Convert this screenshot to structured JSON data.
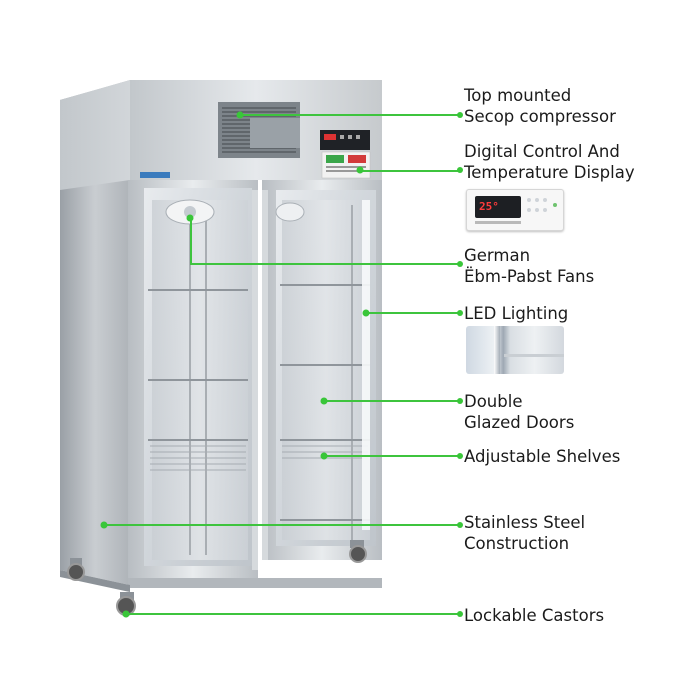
{
  "features": [
    {
      "id": "compressor",
      "line1": "Top mounted",
      "line2": "Secop compressor"
    },
    {
      "id": "control",
      "line1": "Digital Control And",
      "line2": "Temperature Display"
    },
    {
      "id": "fans",
      "line1": "German",
      "line2": "Ëbm-Pabst Fans"
    },
    {
      "id": "lighting",
      "line1": "LED Lighting",
      "line2": ""
    },
    {
      "id": "doors",
      "line1": "Double",
      "line2": "Glazed Doors"
    },
    {
      "id": "shelves",
      "line1": "Adjustable Shelves",
      "line2": ""
    },
    {
      "id": "steel",
      "line1": "Stainless Steel",
      "line2": "Construction"
    },
    {
      "id": "castors",
      "line1": "Lockable Castors",
      "line2": ""
    }
  ],
  "control_panel": {
    "display": "25°"
  },
  "colors": {
    "accent": "#3ec43e",
    "text": "#1b1b1b",
    "steel": "#c5c9cd"
  }
}
